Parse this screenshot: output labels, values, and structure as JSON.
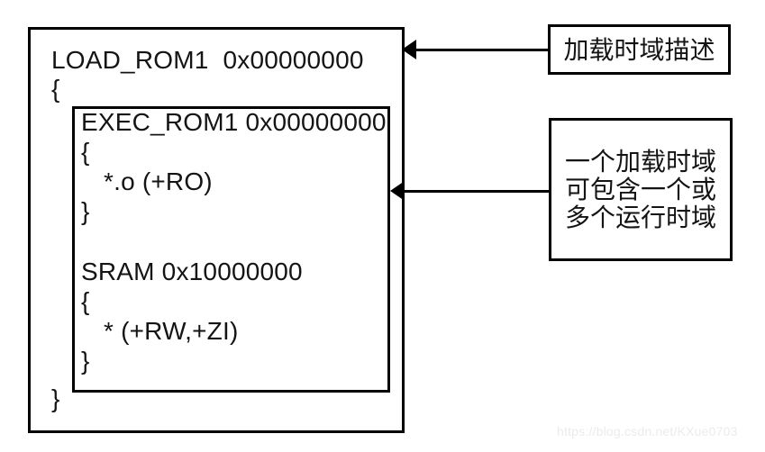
{
  "diagram": {
    "load_region": {
      "title": "LOAD_ROM1  0x00000000",
      "brace_open": "{",
      "brace_close": "}"
    },
    "exec_region": {
      "title": "EXEC_ROM1 0x00000000",
      "brace_open": "{",
      "content": "*.o (+RO)",
      "brace_close": "}"
    },
    "sram_region": {
      "title": "SRAM 0x10000000",
      "brace_open": "{",
      "content": "* (+RW,+ZI)",
      "brace_close": "}"
    }
  },
  "callouts": {
    "load_label": {
      "text": "加载时域描述"
    },
    "exec_label": {
      "lines": [
        "一个加载时域",
        "可包含一个或",
        "多个运行时域"
      ]
    }
  },
  "watermark": "https://blog.csdn.net/KXue0703",
  "colors": {
    "line": "#000000",
    "text": "#141414",
    "watermark": "#ebebeb",
    "background": "#ffffff"
  }
}
